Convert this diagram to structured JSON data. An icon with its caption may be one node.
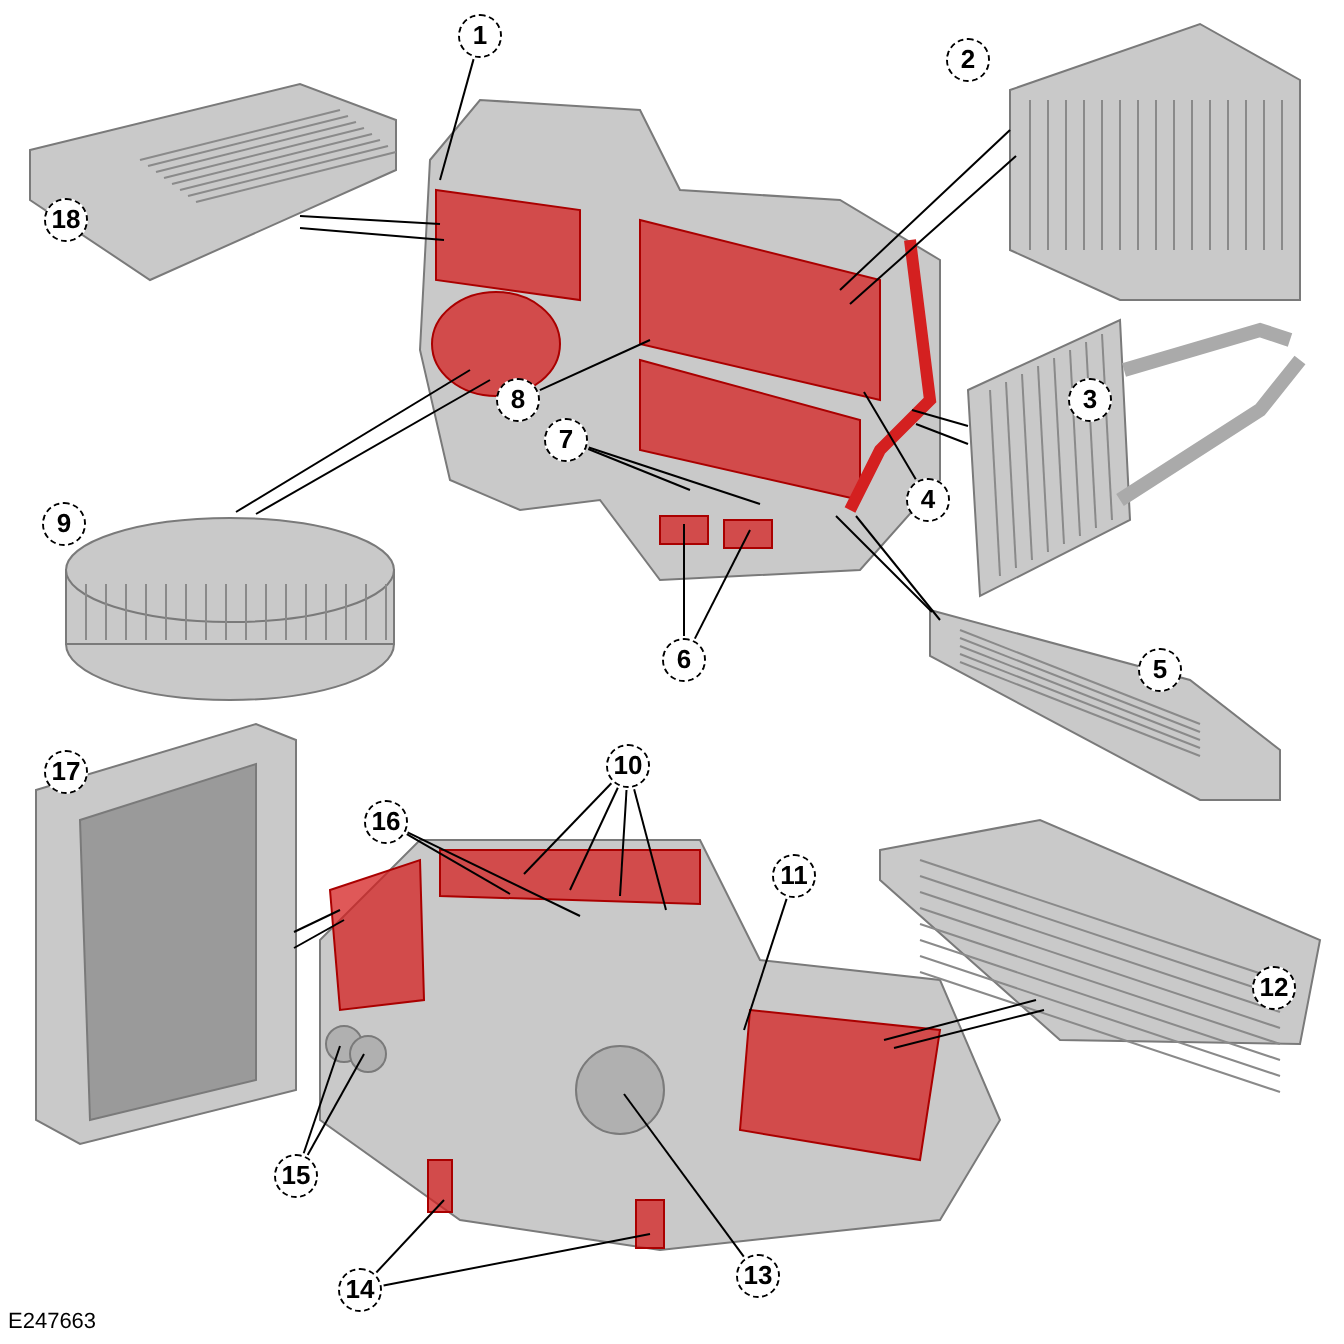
{
  "diagram": {
    "nodes": [
      {
        "text": [
          "18"
        ]
      },
      {
        "text": [],
        "shape": "picture"
      },
      {
        "text": [
          "2"
        ]
      },
      {
        "text": [
          "9"
        ]
      },
      {
        "text": [
          "3"
        ]
      },
      {
        "text": [
          "5"
        ]
      },
      {
        "text": [
          "17"
        ]
      },
      {
        "text": [],
        "shape": "picture"
      },
      {
        "text": [
          "12"
        ]
      },
      {
        "text": [
          "1"
        ]
      },
      {
        "text": [
          "4"
        ]
      },
      {
        "text": [
          "6"
        ]
      },
      {
        "text": [
          "7"
        ],
        "in": 1
      },
      {
        "text": [
          "8"
        ],
        "in": 1
      },
      {
        "text": [
          "10"
        ]
      },
      {
        "text": [
          "11"
        ]
      },
      {
        "text": [
          "13"
        ]
      },
      {
        "text": [
          "14"
        ]
      },
      {
        "text": [
          "15"
        ]
      },
      {
        "text": [
          "16"
        ]
      }
    ],
    "edges": [
      {
        "from": 0,
        "to": 1,
        "arrow": "none"
      },
      {
        "from": 0,
        "to": 1,
        "arrow": "none"
      },
      {
        "from": 2,
        "to": 1,
        "arrow": "none"
      },
      {
        "from": 2,
        "to": 1,
        "arrow": "none"
      },
      {
        "from": 3,
        "to": 1,
        "arrow": "none"
      },
      {
        "from": 3,
        "to": 1,
        "arrow": "none"
      },
      {
        "from": 4,
        "to": 1,
        "arrow": "none"
      },
      {
        "from": 4,
        "to": 1,
        "arrow": "none"
      },
      {
        "from": 5,
        "to": 1,
        "arrow": "none"
      },
      {
        "from": 5,
        "to": 1,
        "arrow": "none"
      },
      {
        "from": 6,
        "to": 7,
        "arrow": "none"
      },
      {
        "from": 6,
        "to": 7,
        "arrow": "none"
      },
      {
        "from": 8,
        "to": 7,
        "arrow": "none"
      },
      {
        "from": 8,
        "to": 7,
        "arrow": "none"
      },
      {
        "from": 9,
        "to": 1,
        "arrow": "none"
      },
      {
        "from": 10,
        "to": 1,
        "arrow": "none"
      },
      {
        "from": 11,
        "to": 1,
        "arrow": "none"
      },
      {
        "from": 11,
        "to": 1,
        "arrow": "none"
      },
      {
        "from": 12,
        "to": 1,
        "arrow": "none"
      },
      {
        "from": 12,
        "to": 1,
        "arrow": "none"
      },
      {
        "from": 13,
        "to": 1,
        "arrow": "none"
      },
      {
        "from": 14,
        "to": 7,
        "arrow": "none"
      },
      {
        "from": 14,
        "to": 7,
        "arrow": "none"
      },
      {
        "from": 14,
        "to": 7,
        "arrow": "none"
      },
      {
        "from": 14,
        "to": 7,
        "arrow": "none"
      },
      {
        "from": 15,
        "to": 7,
        "arrow": "none"
      },
      {
        "from": 16,
        "to": 7,
        "arrow": "none"
      },
      {
        "from": 17,
        "to": 7,
        "arrow": "none"
      },
      {
        "from": 17,
        "to": 7,
        "arrow": "none"
      },
      {
        "from": 18,
        "to": 7,
        "arrow": "none"
      },
      {
        "from": 18,
        "to": 7,
        "arrow": "none"
      },
      {
        "from": 19,
        "to": 7,
        "arrow": "none"
      },
      {
        "from": 19,
        "to": 7,
        "arrow": "none"
      }
    ],
    "labels": [
      "E247663"
    ]
  }
}
